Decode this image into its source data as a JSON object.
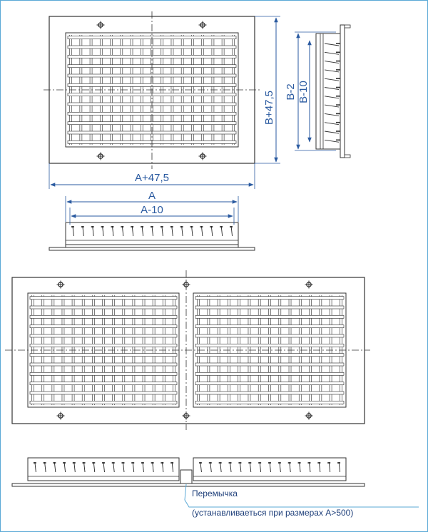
{
  "labels": {
    "width_outer": "A+47,5",
    "height_outer": "B+47,5",
    "width_nominal": "A",
    "width_inner": "A-10",
    "height_b2": "B-2",
    "height_b10": "B-10"
  },
  "note": {
    "title": "Перемычка",
    "subtitle": "(устанавливаеться при размерах A>500)"
  },
  "colors": {
    "dimension": "#2a5aa0",
    "line": "#333333",
    "frame_border": "#5aa9d6"
  }
}
